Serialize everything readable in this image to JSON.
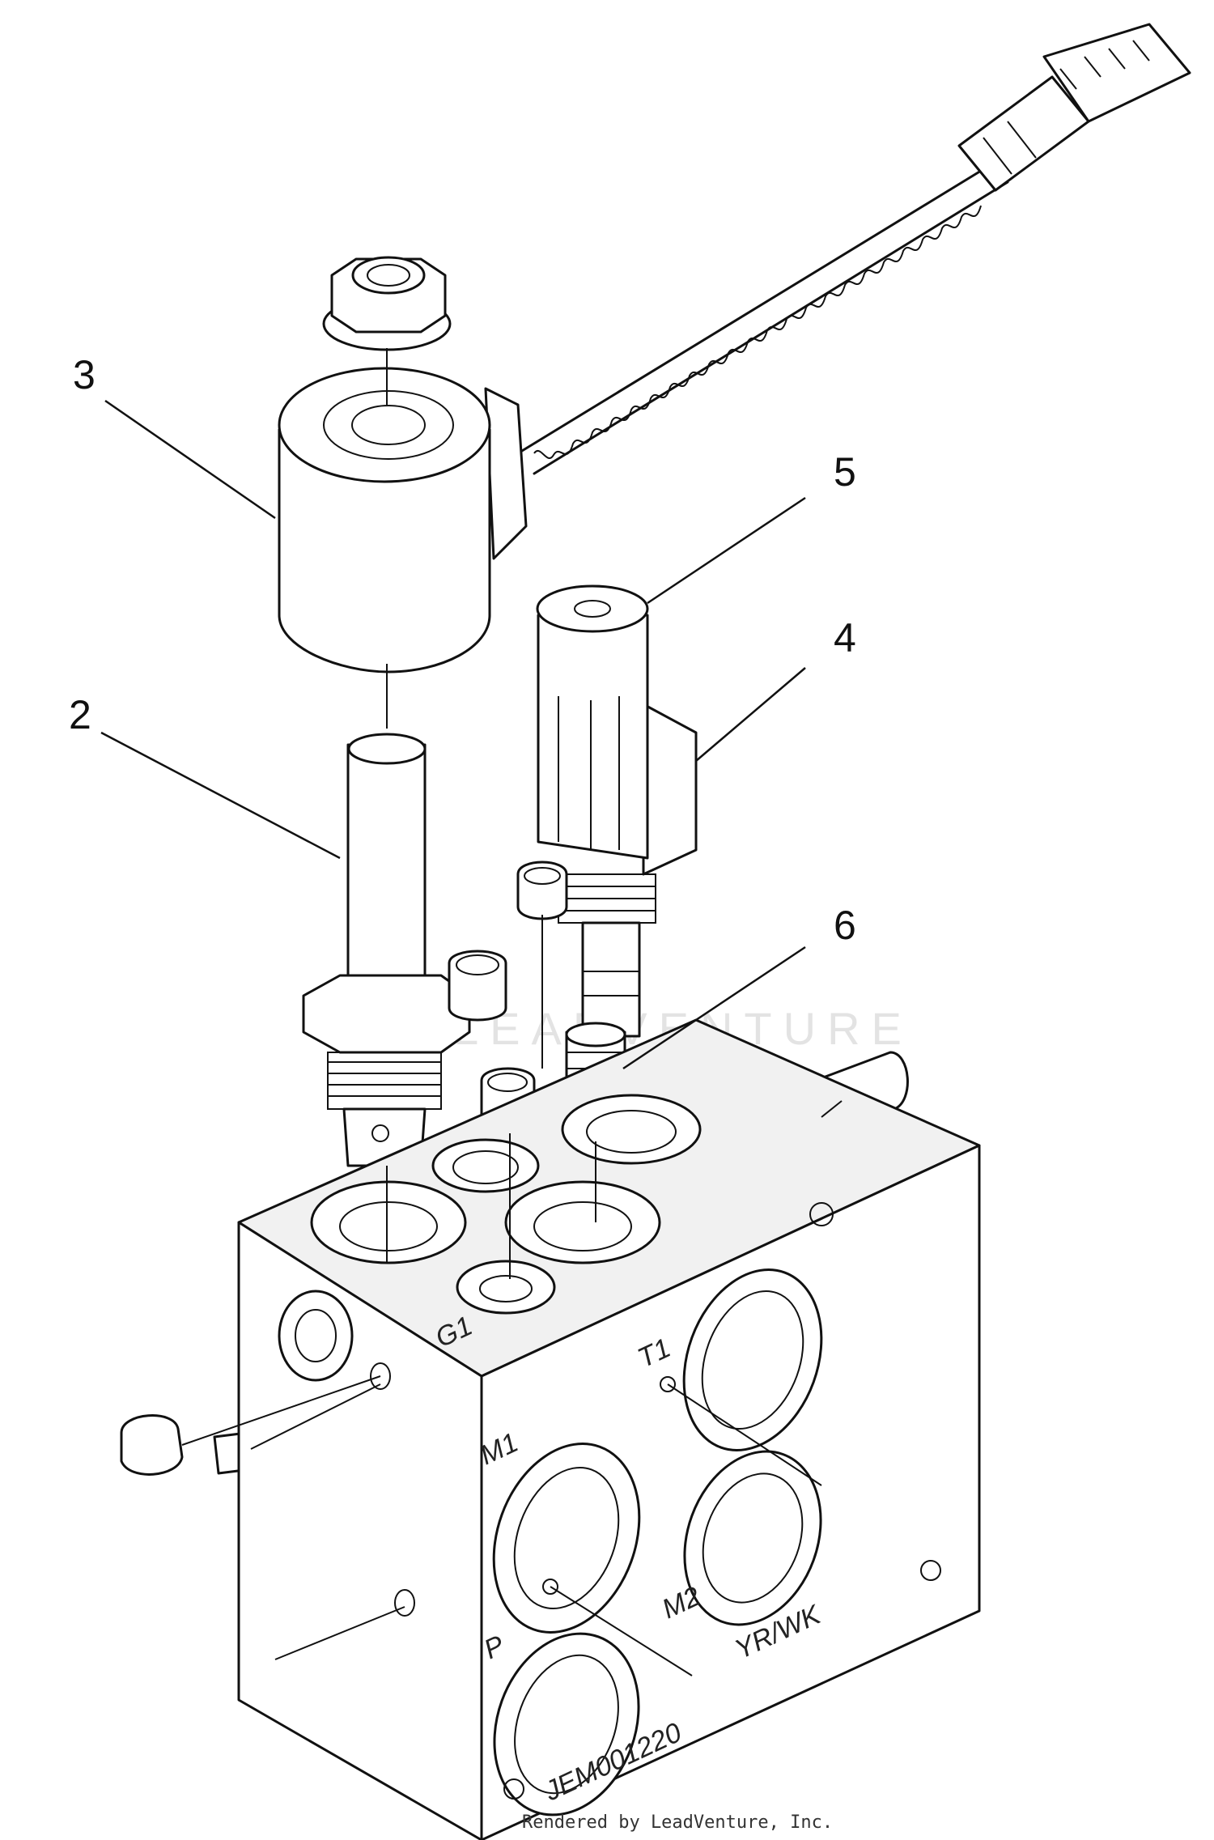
{
  "callouts": [
    {
      "number": "2"
    },
    {
      "number": "3"
    },
    {
      "number": "4"
    },
    {
      "number": "5"
    },
    {
      "number": "6"
    }
  ],
  "port_labels": {
    "g1": "G1",
    "t1": "T1",
    "m1": "M1",
    "m2": "M2",
    "p": "P",
    "finish": "YR/WK",
    "part_number": "JEM001220"
  },
  "watermark": "LEADVENTURE",
  "credit": "Rendered by LeadVenture, Inc."
}
